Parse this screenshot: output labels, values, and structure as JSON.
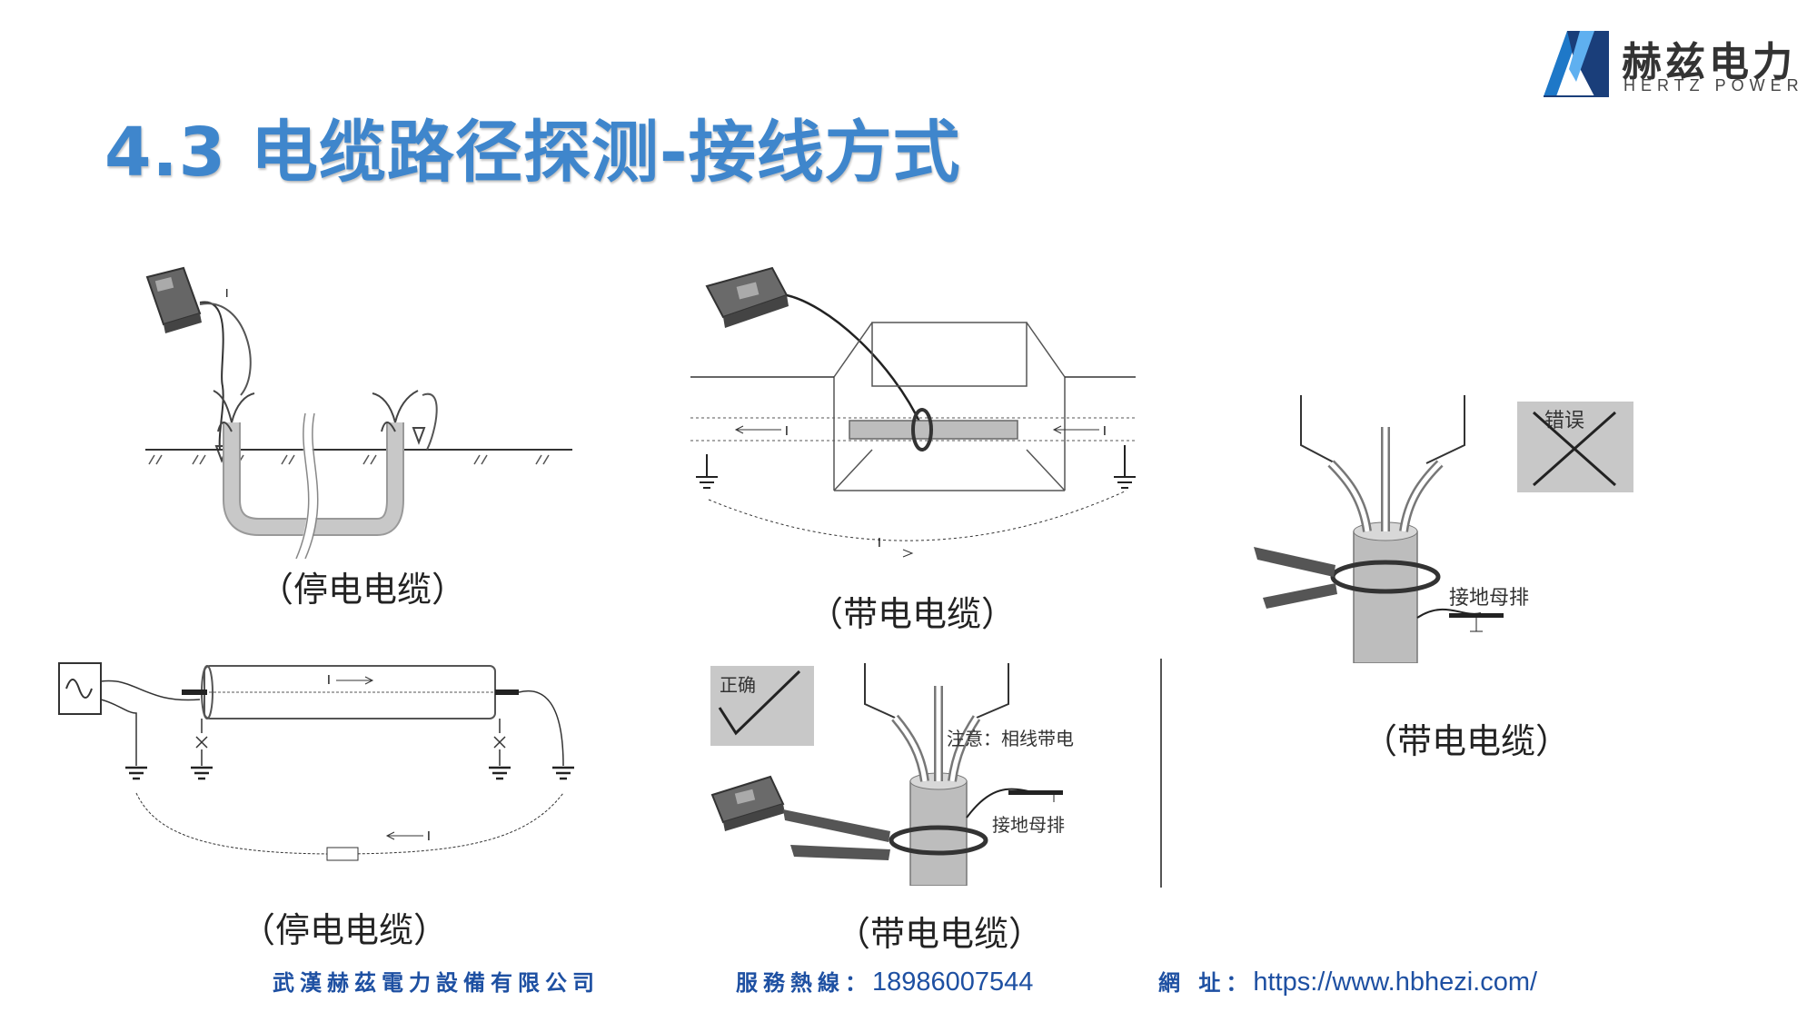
{
  "slide": {
    "title": "4.3 电缆路径探测-接线方式"
  },
  "logo": {
    "name_cn": "赫兹电力",
    "name_en": "HERTZ POWER",
    "colors": {
      "primary": "#1e78c8",
      "dark": "#1a3e7a"
    }
  },
  "diagrams": {
    "top_left": {
      "caption": "（停电电缆）",
      "current_label": "I"
    },
    "top_middle": {
      "caption": "（带电电缆）",
      "current_label": "I"
    },
    "right": {
      "caption": "（带电电缆）",
      "badge": "错误",
      "ground_label": "接地母排"
    },
    "bottom_left": {
      "caption": "（停电电缆）",
      "current_label": "I"
    },
    "bottom_middle": {
      "caption": "（带电电缆）",
      "badge": "正确",
      "note": "注意：相线带电",
      "ground_label": "接地母排"
    }
  },
  "footer": {
    "company": "武漢赫茲電力設備有限公司",
    "hotline_label": "服務熱線：",
    "hotline_number": "18986007544",
    "website_label": "網 址：",
    "website_url": "https://www.hbhezi.com/"
  },
  "colors": {
    "title_blue": "#3f86cc",
    "footer_blue": "#1e50a2",
    "cable_gray": "#bdbdbd",
    "badge_gray": "#c8c8c8"
  }
}
